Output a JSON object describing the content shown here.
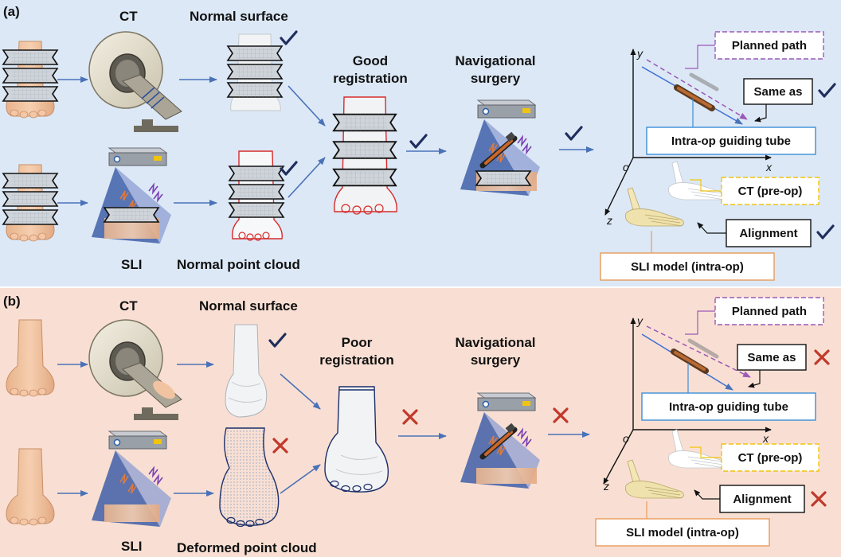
{
  "colors": {
    "panel_a_bg": "#dce8f6",
    "panel_b_bg": "#f9dfd3",
    "arrow": "#4a72b8",
    "check": "#1f2e5c",
    "cross": "#c0392b",
    "planned": "#9b59b6",
    "ct_box": "#f1c40f",
    "guide_box": "#3b8ed8",
    "sli_box": "#e89b5a"
  },
  "panel_a": {
    "tag": "(a)",
    "ct": "CT",
    "sli": "SLI",
    "normal_surface": "Normal surface",
    "normal_point_cloud": "Normal point cloud",
    "registration_l1": "Good",
    "registration_l2": "registration",
    "nav_l1": "Navigational",
    "nav_l2": "surgery",
    "planned_path": "Planned path",
    "same_as": "Same as",
    "guiding_tube": "Intra-op guiding tube",
    "ct_preop": "CT (pre-op)",
    "alignment": "Alignment",
    "sli_model": "SLI model (intra-op)",
    "axis_x": "x",
    "axis_y": "y",
    "axis_z": "z",
    "axis_o": "o"
  },
  "panel_b": {
    "tag": "(b)",
    "ct": "CT",
    "sli": "SLI",
    "normal_surface": "Normal surface",
    "deformed_point_cloud": "Deformed point cloud",
    "registration_l1": "Poor",
    "registration_l2": "registration",
    "nav_l1": "Navigational",
    "nav_l2": "surgery",
    "planned_path": "Planned path",
    "same_as": "Same as",
    "guiding_tube": "Intra-op guiding tube",
    "ct_preop": "CT (pre-op)",
    "alignment": "Alignment",
    "sli_model": "SLI model (intra-op)",
    "axis_x": "x",
    "axis_y": "y",
    "axis_z": "z",
    "axis_o": "o"
  }
}
